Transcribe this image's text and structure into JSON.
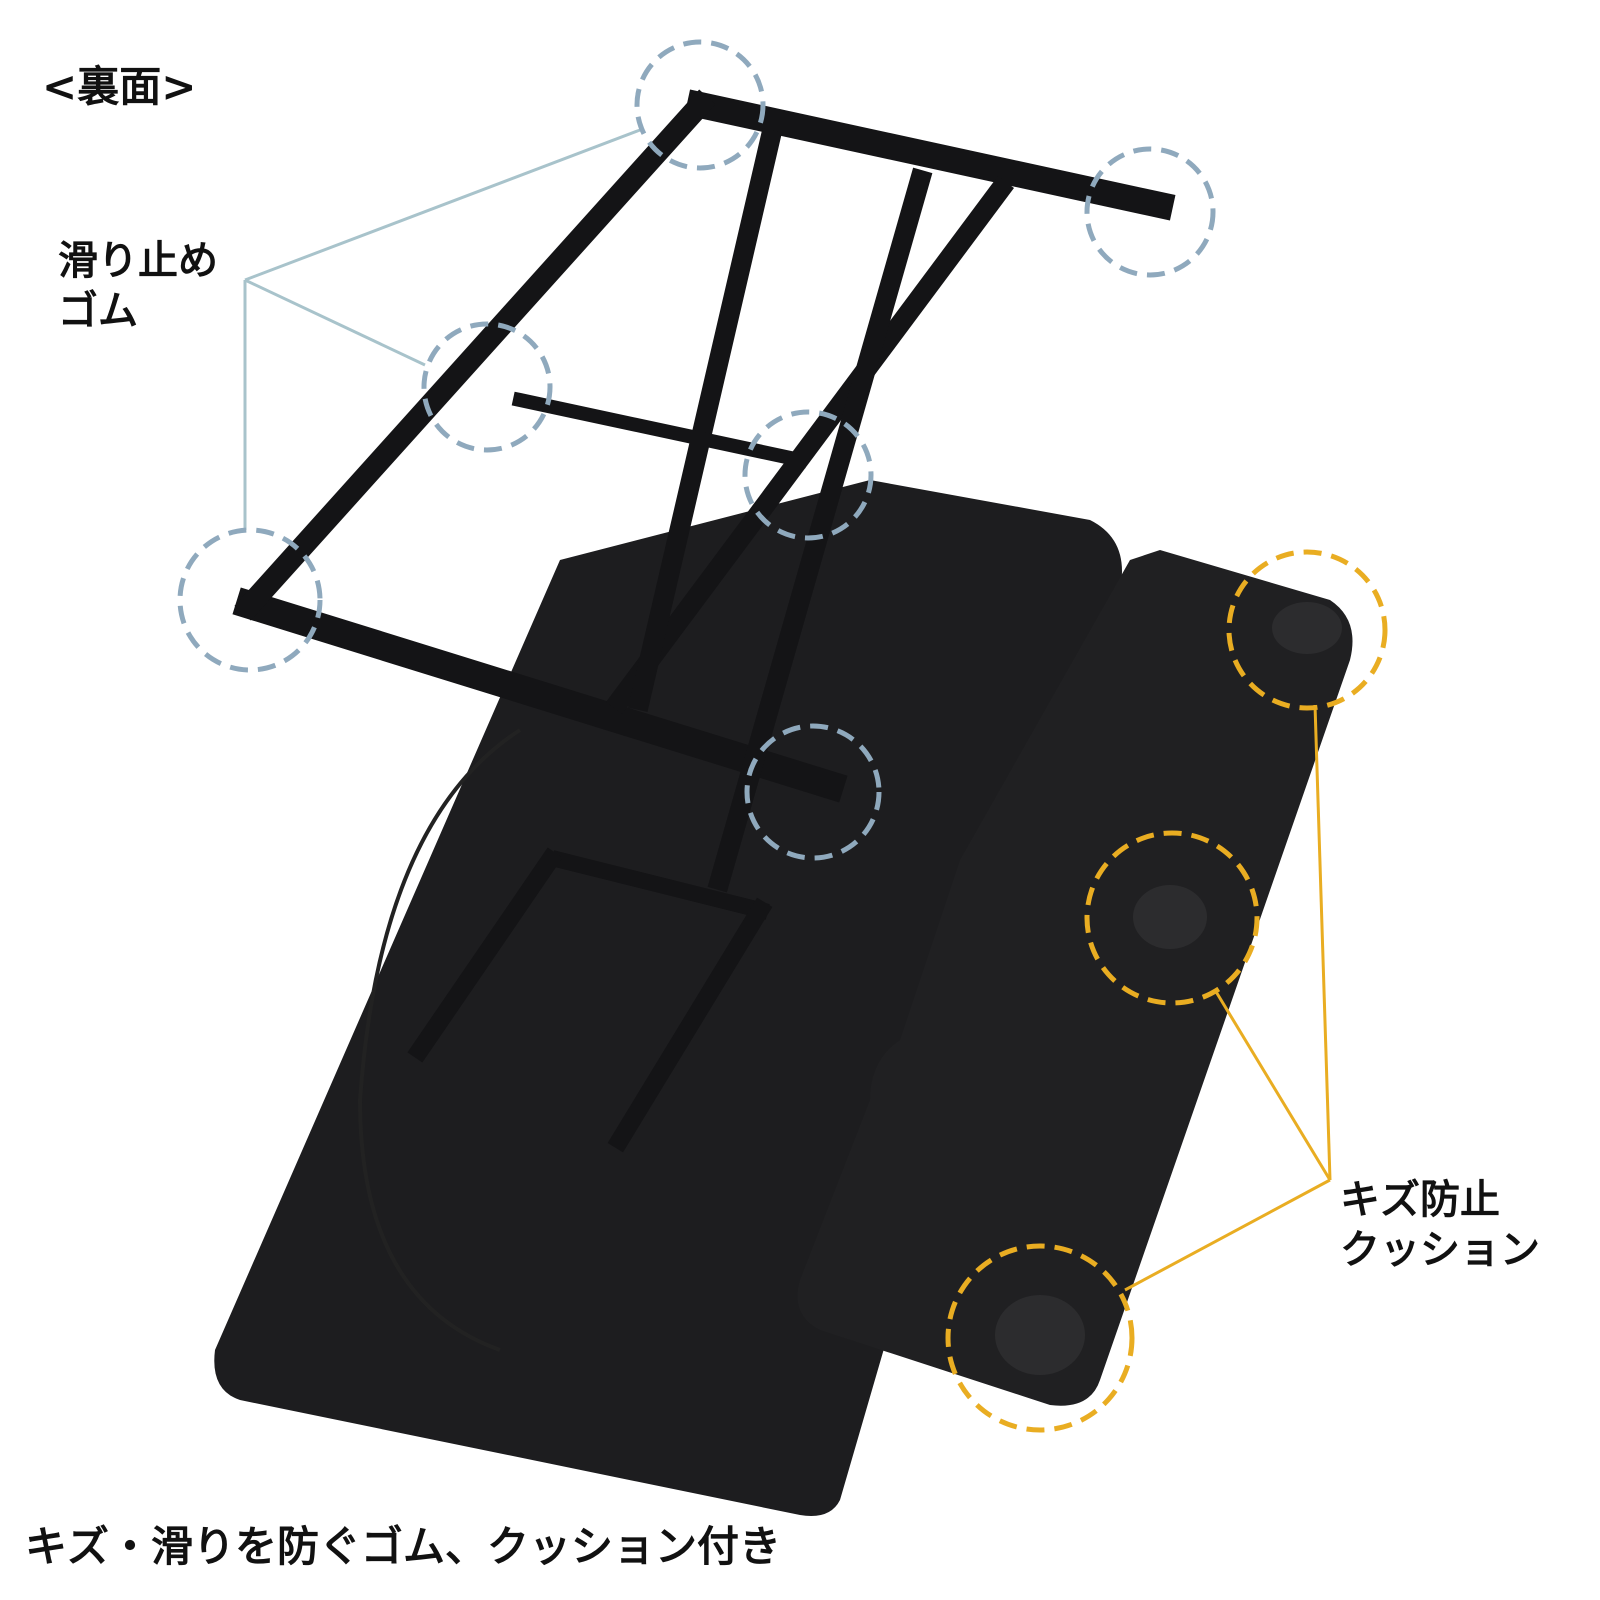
{
  "title": "<裏面>",
  "callouts": {
    "rubber": {
      "line1": "滑り止め",
      "line2": "ゴム",
      "color": "#8fa9bd",
      "line_color": "#a8c3cb"
    },
    "cushion": {
      "line1": "キズ防止",
      "line2": "クッション",
      "color": "#e9ad22"
    }
  },
  "caption": "キズ・滑りを防ぐゴム、クッション付き",
  "colors": {
    "board": "#1d1d1f",
    "frame": "#141416"
  }
}
